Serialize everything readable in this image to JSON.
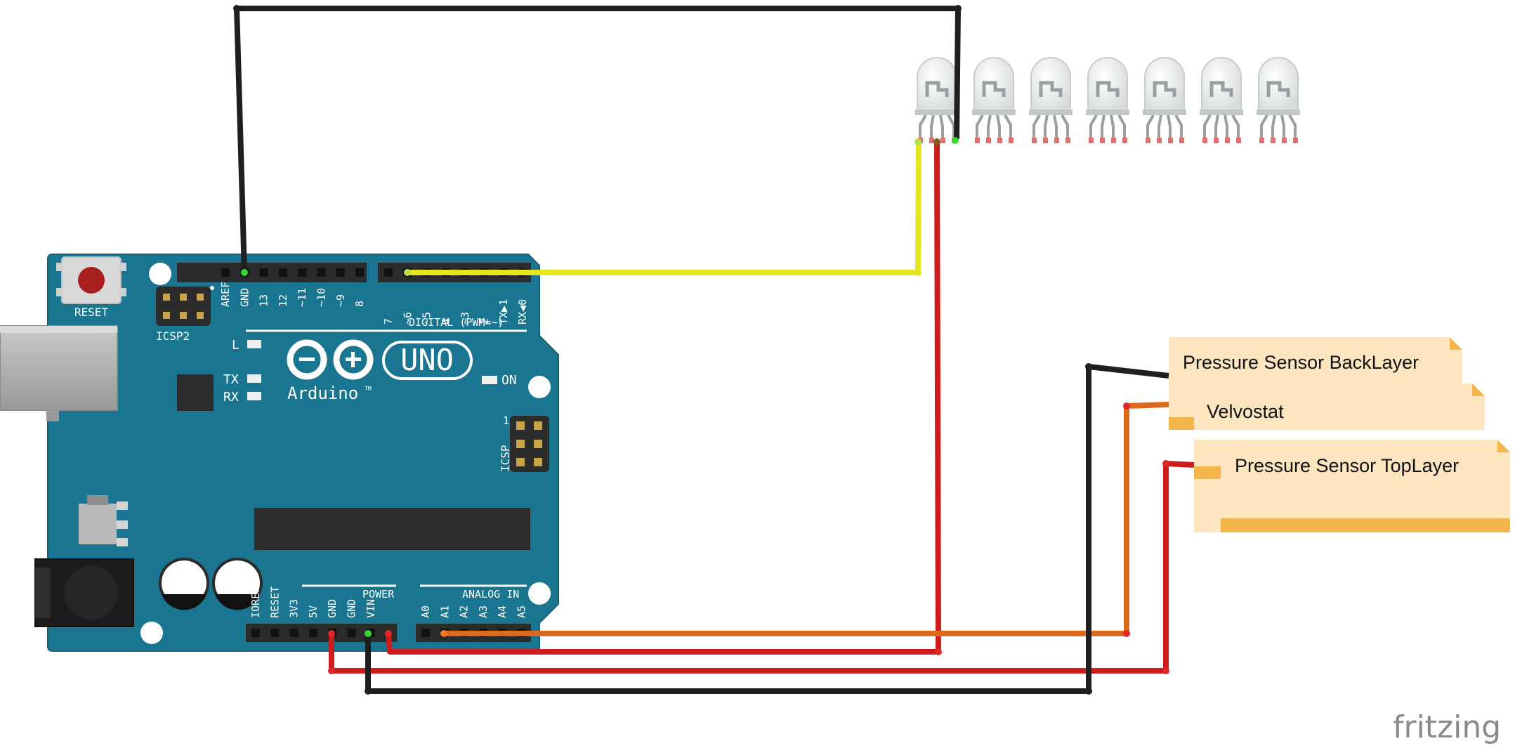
{
  "board": {
    "logo_word": "UNO",
    "brand": "Arduino",
    "trademark": "TM",
    "reset_label": "RESET",
    "icsp2_label": "ICSP2",
    "icsp_label": "ICSP",
    "icsp_pin1": "1",
    "led_l": "L",
    "led_tx": "TX",
    "led_rx": "RX",
    "led_on": "ON",
    "digital_label": "DIGITAL (PWM=~)",
    "power_label": "POWER",
    "analog_label": "ANALOG IN",
    "digital_pins_left": [
      "AREF",
      "GND",
      "13",
      "12",
      "~11",
      "~10",
      "~9",
      "8"
    ],
    "digital_pins_right": [
      "7",
      "~6",
      "~5",
      "4",
      "~3",
      "2",
      "TX▶1",
      "RX◀0"
    ],
    "power_pins": [
      "IOREF",
      "RESET",
      "3V3",
      "5V",
      "GND",
      "GND",
      "VIN"
    ],
    "analog_pins": [
      "A0",
      "A1",
      "A2",
      "A3",
      "A4",
      "A5"
    ]
  },
  "notes": [
    {
      "id": "back",
      "text": "Pressure Sensor BackLayer"
    },
    {
      "id": "velvostat",
      "text": "Velvostat"
    },
    {
      "id": "top",
      "text": "Pressure Sensor TopLayer"
    }
  ],
  "leds": {
    "count": 7
  },
  "wire_colors": {
    "black": "#1f1f1f",
    "red": "#cc1c1c",
    "yellow": "#e6e61e",
    "orange": "#dd6a1a"
  },
  "board_color": "#1a7590",
  "watermark": "fritzing"
}
